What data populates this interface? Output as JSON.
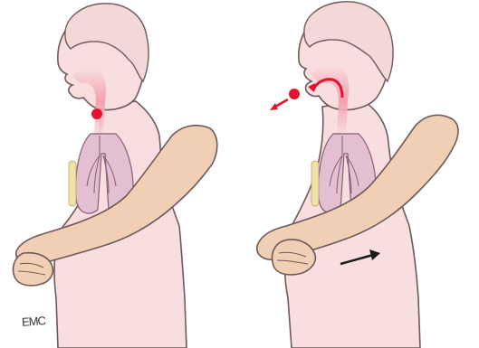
{
  "credit": {
    "text": "EMC"
  },
  "colors": {
    "skin": "#f8dede",
    "skin_outline": "#6e5a5a",
    "arm": "#f1cfb4",
    "lung": "#e2c0d2",
    "lung_outline": "#8a5c73",
    "airway": "#f6a8b4",
    "object": "#e0142e",
    "arrow": "#1a1a1a",
    "spine": "#f0e3a8"
  },
  "panels": [
    {
      "name": "before-thrust"
    },
    {
      "name": "after-thrust"
    }
  ]
}
